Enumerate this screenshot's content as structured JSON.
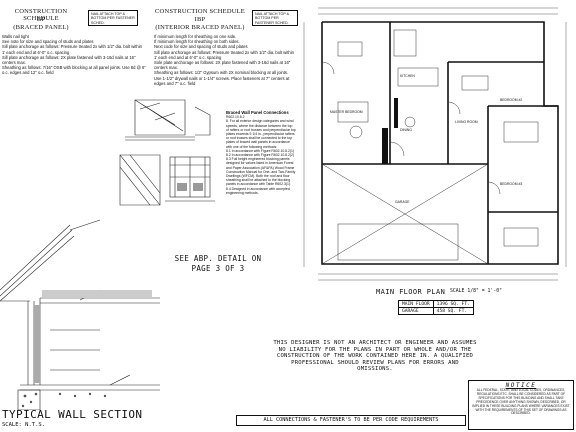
{
  "left_schedule": {
    "title": "CONSTRUCTION SCHEDULE",
    "code": "BP",
    "subtitle": "(BRACED PANEL)",
    "side_note": "NAIL ATTACH TOP & BOTTOM PER FASTENER SCHED.",
    "items": [
      "Walls nail tight",
      "See note for size and spacing of studs and plates",
      "Sill plate anchorage as follows: Pressure treated 2x with 1/2\" dia. bolt within 1' each end and at 6'-0\" o.c. spacing",
      "Sill plate anchorage as follows: 2X plate fastened with 3-16d nails at 16\" centers max.",
      "Sheathing as follows: 7/16\" OSB with blocking at all panel joints. Use 8d @ 6\" o.c. edges and 12\" o.c. field"
    ]
  },
  "right_schedule": {
    "title": "CONSTRUCTION SCHEDULE",
    "code": "IBP",
    "subtitle": "(INTERIOR BRACED PANEL)",
    "side_note": "NAIL ATTACH TOP & BOTTOM PER FASTENER SCHED.",
    "items": [
      "If minimum length for sheathing on one side.",
      "If minimum length for sheathing on both sides.",
      "Next code for size and spacing of studs and plates",
      "Sill plate anchorage as follows: Pressure treated 2x with 1/2\" dia. bolt within 1' each end and at 6'-0\" o.c. spacing",
      "Sole plate anchorage as follows: 2X plate fastened with 3-16d nails at 16\" centers max.",
      "Sheathing as follows: 1/2\" Gypsum with 2X nominal blocking at all joints. Use 1-1/2\" drywall nails or 1-1/4\" screws. Place fasteners at 7\" centers at edges and 7\" o.c. field"
    ]
  },
  "braced_panel_notes": {
    "title": "Braced Wall Panel Connections",
    "ref": "R602.10.8.2",
    "paragraphs": [
      "8. For all exterior design categories and wind speeds, where the distance between the top of rafters or roof trusses and perpendicular top plates exceeds 9 1/4 in., perpendicular rafters or roof trusses shall be connected to the top plates of braced wall panels in accordance with one of the following methods:",
      "8.1 In accordance with Figure R602.10.8.2(1)",
      "8.2 In accordance with Figure R602.10.8.2(2)",
      "8.3 Full height engineered blocking panels designed for values listed in American Forest and Paper Association (AF&PA) Wood Frame Construction Manual for One- and Two-Family Dwellings (WFCM). Both the roof and floor sheathing shall be attached to the blocking panels in accordance with Table R602.3(1).",
      "8.4 Designed in accordance with accepted engineering methods."
    ]
  },
  "see_detail": "SEE ABP. DETAIL ON PAGE 3 OF 3",
  "wall_section": {
    "title": "TYPICAL WALL SECTION",
    "scale": "SCALE: N.T.S."
  },
  "plan": {
    "title": "MAIN FLOOR PLAN",
    "scale": "SCALE 1/8\" = 1'-0\"",
    "room_labels": [
      "GARAGE",
      "BEDROOM #2",
      "BEDROOM #3",
      "MASTER BEDROOM",
      "KITCHEN",
      "LIVING ROOM",
      "DINING"
    ],
    "areas": [
      {
        "label": "MAIN FLOOR",
        "value": "1396 SQ. FT."
      },
      {
        "label": "GARAGE",
        "value": "458 SQ. FT."
      }
    ]
  },
  "disclaimer": "THIS DESIGNER IS NOT AN ARCHITECT OR ENGINEER AND ASSUMES NO LIABILITY FOR THE PLANS IN PART OR WHOLE AND/OR THE CONSTRUCTION OF THE WORK CONTAINED HERE IN. A QUALIFIED PROFESSIONAL SHOULD REVIEW PLANS FOR ERRORS AND OMISSIONS.",
  "connections": "ALL CONNECTIONS & FASTENER'S TO BE PER CODE REQUIREMENTS",
  "notice": {
    "title": "NOTICE",
    "text": "ALL FEDERAL, STATE, AND LOCAL CODES, ORDINANCES, REGULATIONS ETC. SHALL BE CONSIDERED AS PART OF SPECIFICATIONS FOR THIS BUILDING AND SHALL TAKE PRECEDENCE OVER ANYTHING SHOWN, DESCRIBED, OR IMPLIED IN THESE BUILDING PLANS WHERE VARIANCES EXIST WITH THE REQUIREMENTS OF THIS SET OF DRAWINGS AS DESCRIBED."
  }
}
